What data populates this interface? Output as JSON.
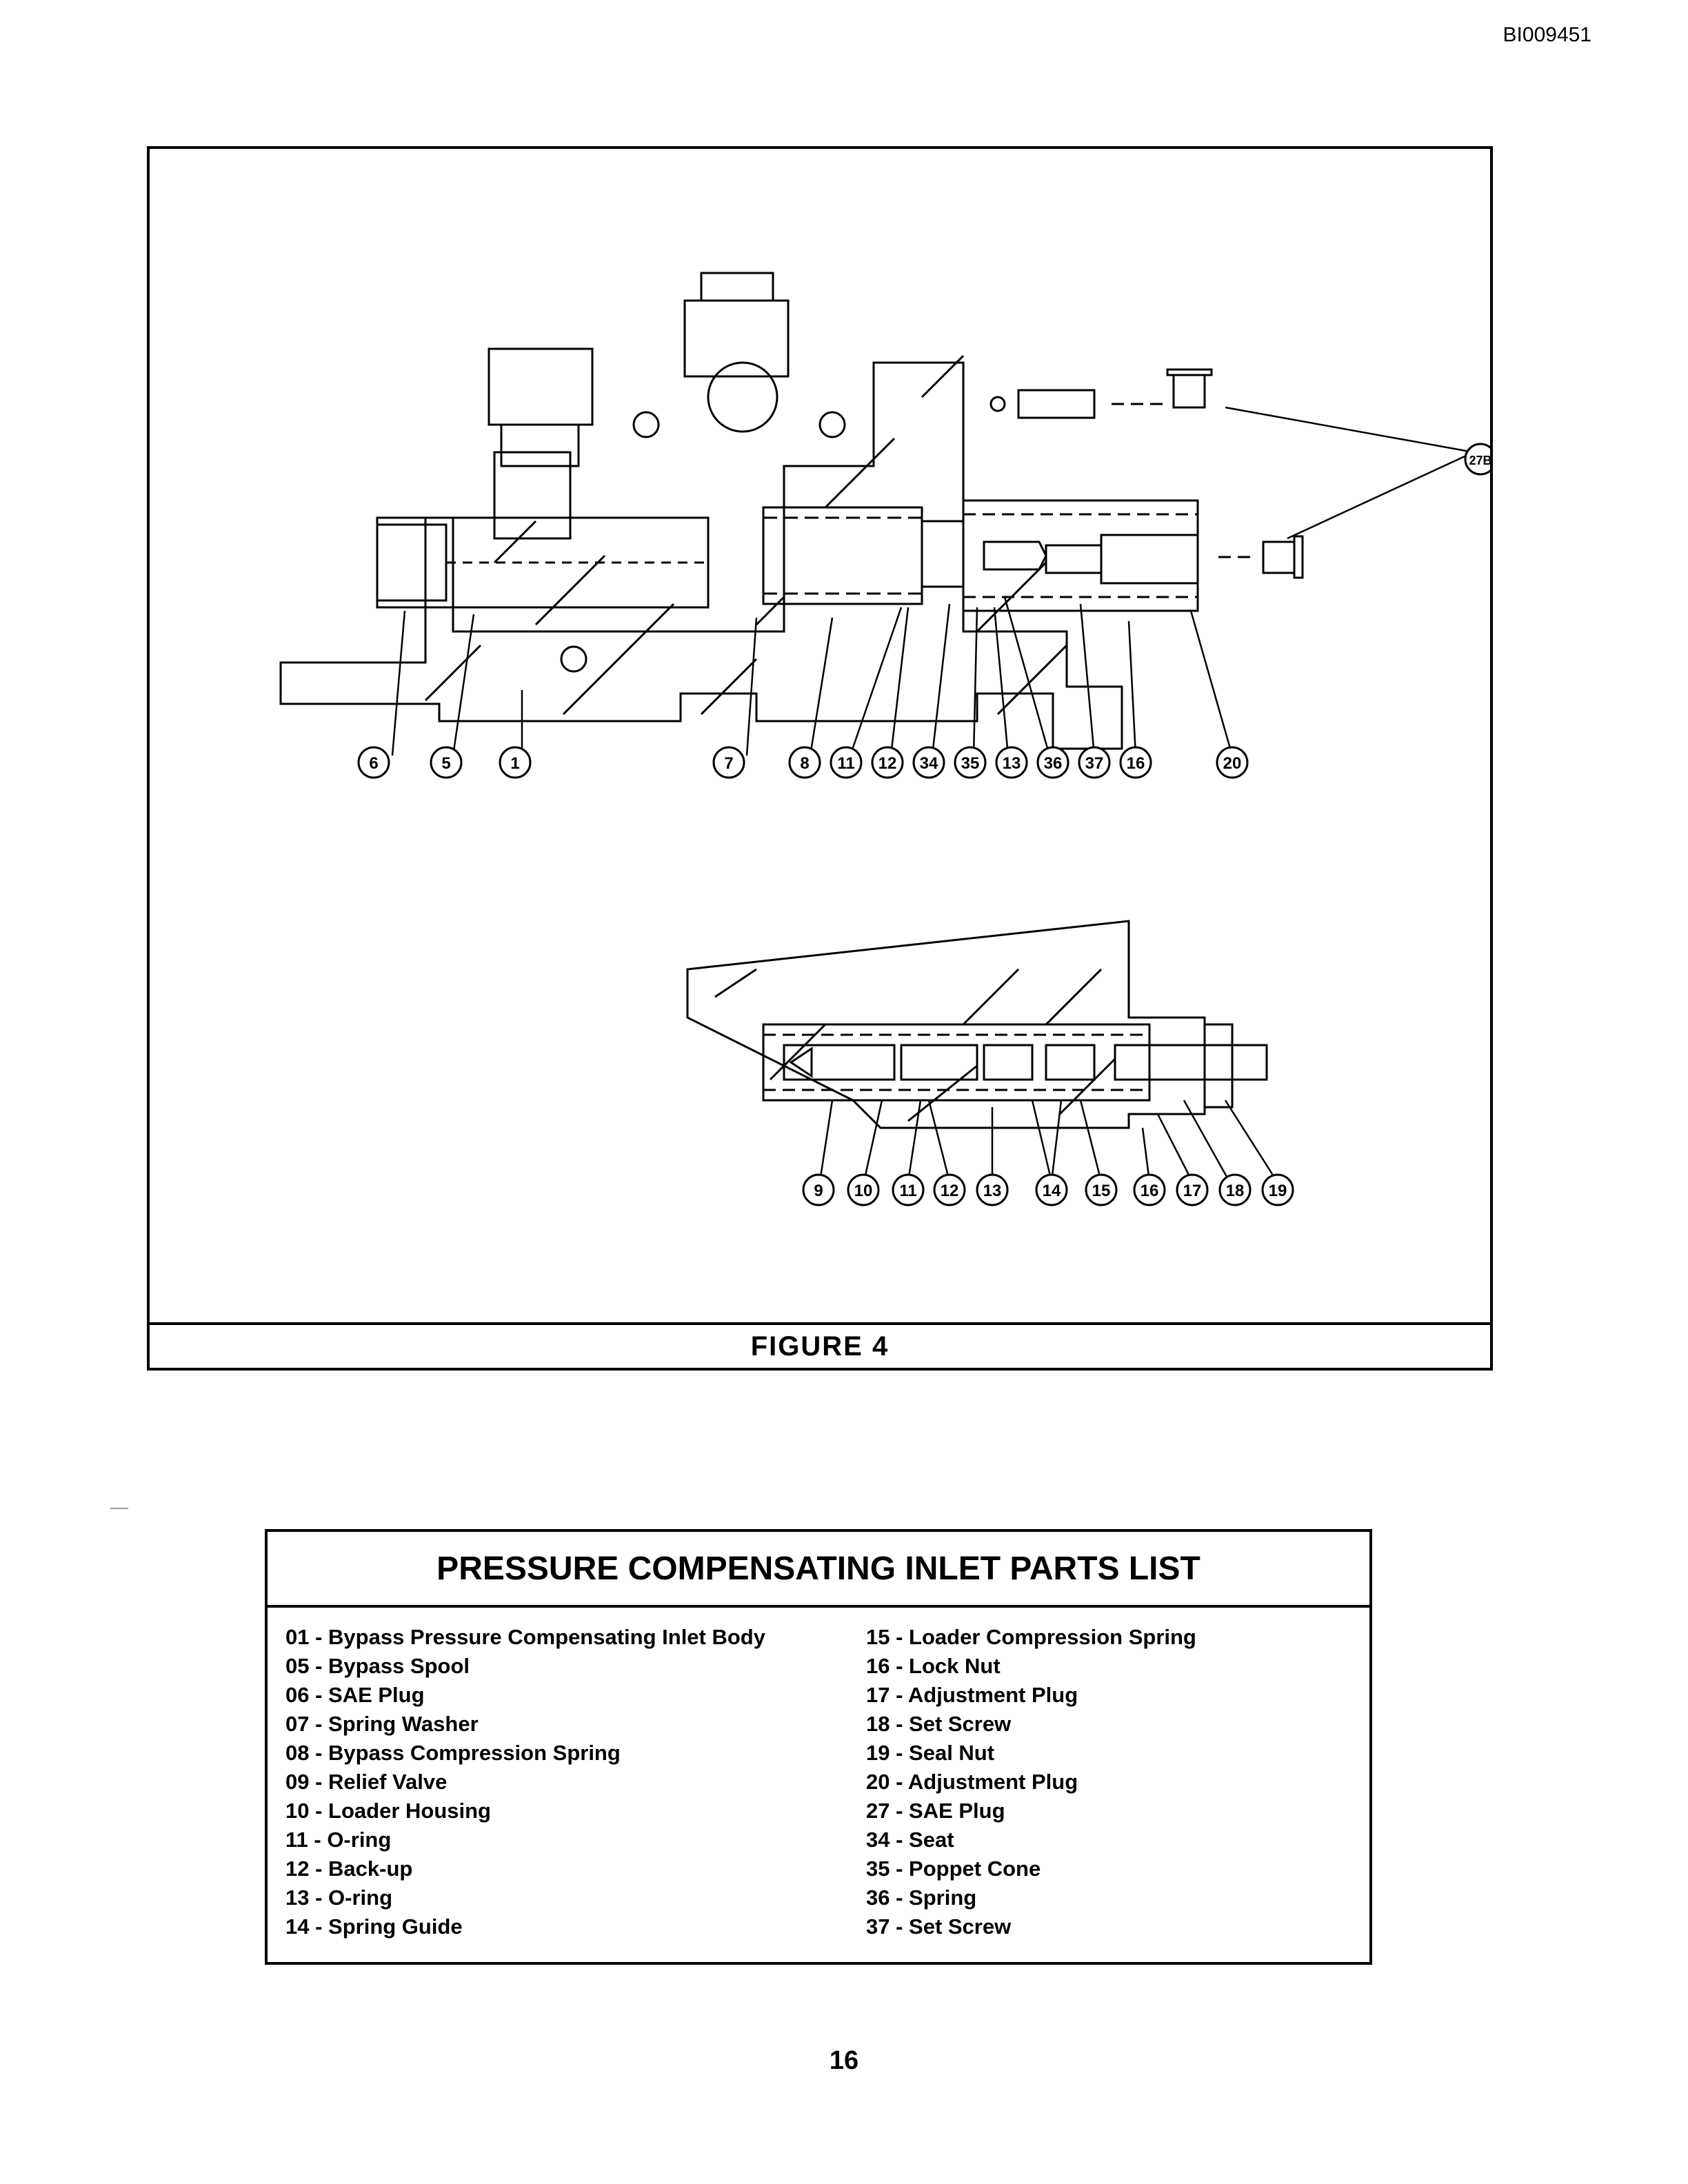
{
  "document_id": "BI009451",
  "figure": {
    "caption": "FIGURE 4",
    "top_callouts": [
      "6",
      "5",
      "1",
      "7",
      "8",
      "11",
      "12",
      "34",
      "35",
      "13",
      "36",
      "37",
      "16",
      "20"
    ],
    "side_callout": "27B",
    "bottom_callouts": [
      "9",
      "10",
      "11",
      "12",
      "13",
      "14",
      "15",
      "16",
      "17",
      "18",
      "19"
    ]
  },
  "parts_list": {
    "title": "PRESSURE COMPENSATING INLET PARTS LIST",
    "left_column": [
      "01 - Bypass Pressure Compensating Inlet Body",
      "05 - Bypass Spool",
      "06 - SAE Plug",
      "07 - Spring Washer",
      "08 - Bypass Compression Spring",
      "09 - Relief Valve",
      "10 - Loader Housing",
      "11 - O-ring",
      "12 - Back-up",
      "13 - O-ring",
      "14 - Spring Guide"
    ],
    "right_column": [
      "15 - Loader Compression Spring",
      "16 - Lock Nut",
      "17 - Adjustment Plug",
      "18 - Set Screw",
      "19 - Seal Nut",
      "20 - Adjustment Plug",
      "27 - SAE Plug",
      "34 - Seat",
      "35 - Poppet Cone",
      "36 - Spring",
      "37 - Set Screw"
    ]
  },
  "page_number": "16"
}
